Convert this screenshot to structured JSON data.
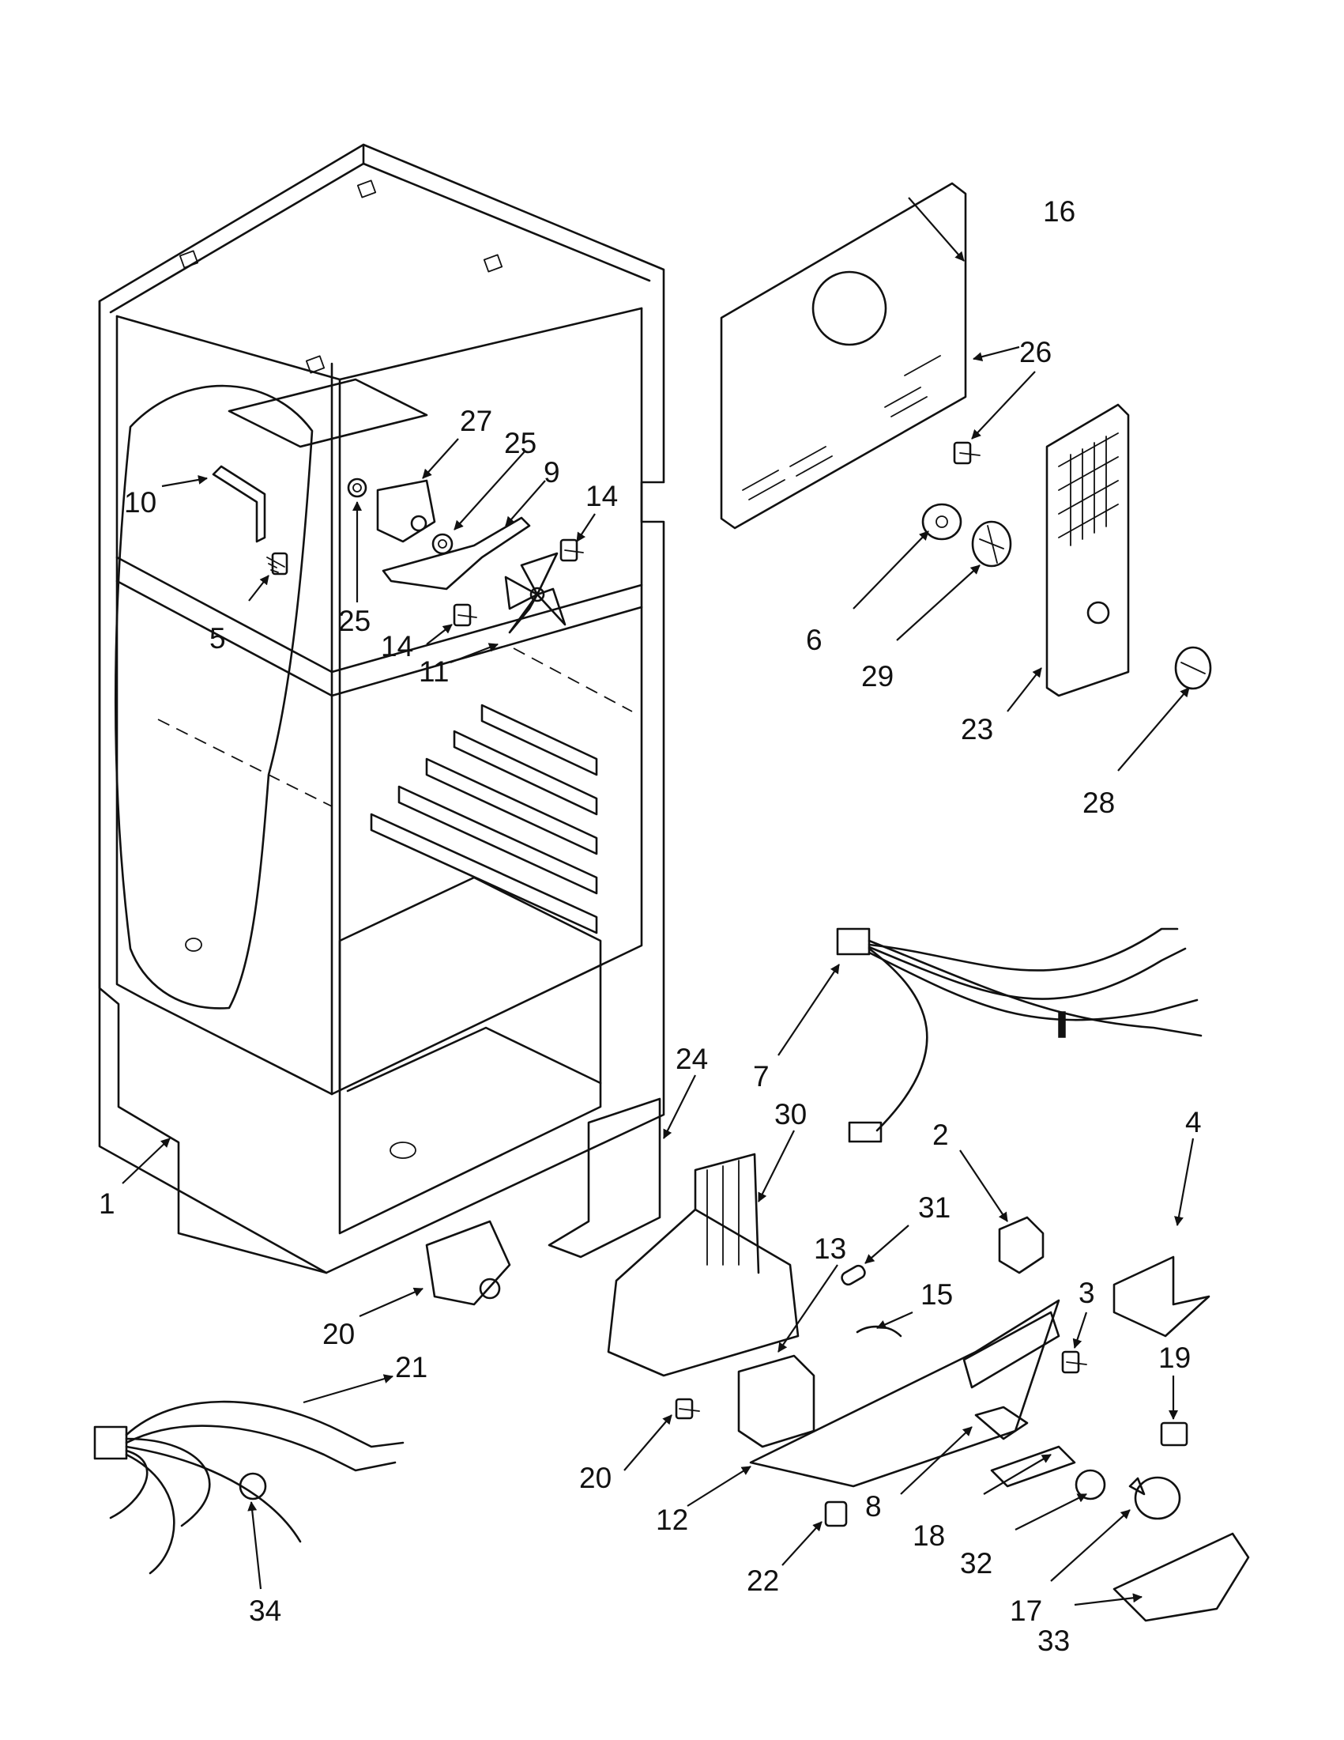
{
  "callouts": [
    {
      "id": "c1",
      "label": "1"
    },
    {
      "id": "c2",
      "label": "2"
    },
    {
      "id": "c3",
      "label": "3"
    },
    {
      "id": "c4",
      "label": "4"
    },
    {
      "id": "c5",
      "label": "5"
    },
    {
      "id": "c6",
      "label": "6"
    },
    {
      "id": "c7",
      "label": "7"
    },
    {
      "id": "c8",
      "label": "8"
    },
    {
      "id": "c9",
      "label": "9"
    },
    {
      "id": "c10",
      "label": "10"
    },
    {
      "id": "c11",
      "label": "11"
    },
    {
      "id": "c12",
      "label": "12"
    },
    {
      "id": "c13",
      "label": "13"
    },
    {
      "id": "c14a",
      "label": "14"
    },
    {
      "id": "c14b",
      "label": "14"
    },
    {
      "id": "c15",
      "label": "15"
    },
    {
      "id": "c16",
      "label": "16"
    },
    {
      "id": "c17",
      "label": "17"
    },
    {
      "id": "c18",
      "label": "18"
    },
    {
      "id": "c19",
      "label": "19"
    },
    {
      "id": "c20a",
      "label": "20"
    },
    {
      "id": "c20b",
      "label": "20"
    },
    {
      "id": "c21",
      "label": "21"
    },
    {
      "id": "c22",
      "label": "22"
    },
    {
      "id": "c23",
      "label": "23"
    },
    {
      "id": "c24",
      "label": "24"
    },
    {
      "id": "c25a",
      "label": "25"
    },
    {
      "id": "c25b",
      "label": "25"
    },
    {
      "id": "c26",
      "label": "26"
    },
    {
      "id": "c27",
      "label": "27"
    },
    {
      "id": "c28",
      "label": "28"
    },
    {
      "id": "c29",
      "label": "29"
    },
    {
      "id": "c30",
      "label": "30"
    },
    {
      "id": "c31",
      "label": "31"
    },
    {
      "id": "c32",
      "label": "32"
    },
    {
      "id": "c33",
      "label": "33"
    },
    {
      "id": "c34",
      "label": "34"
    }
  ]
}
